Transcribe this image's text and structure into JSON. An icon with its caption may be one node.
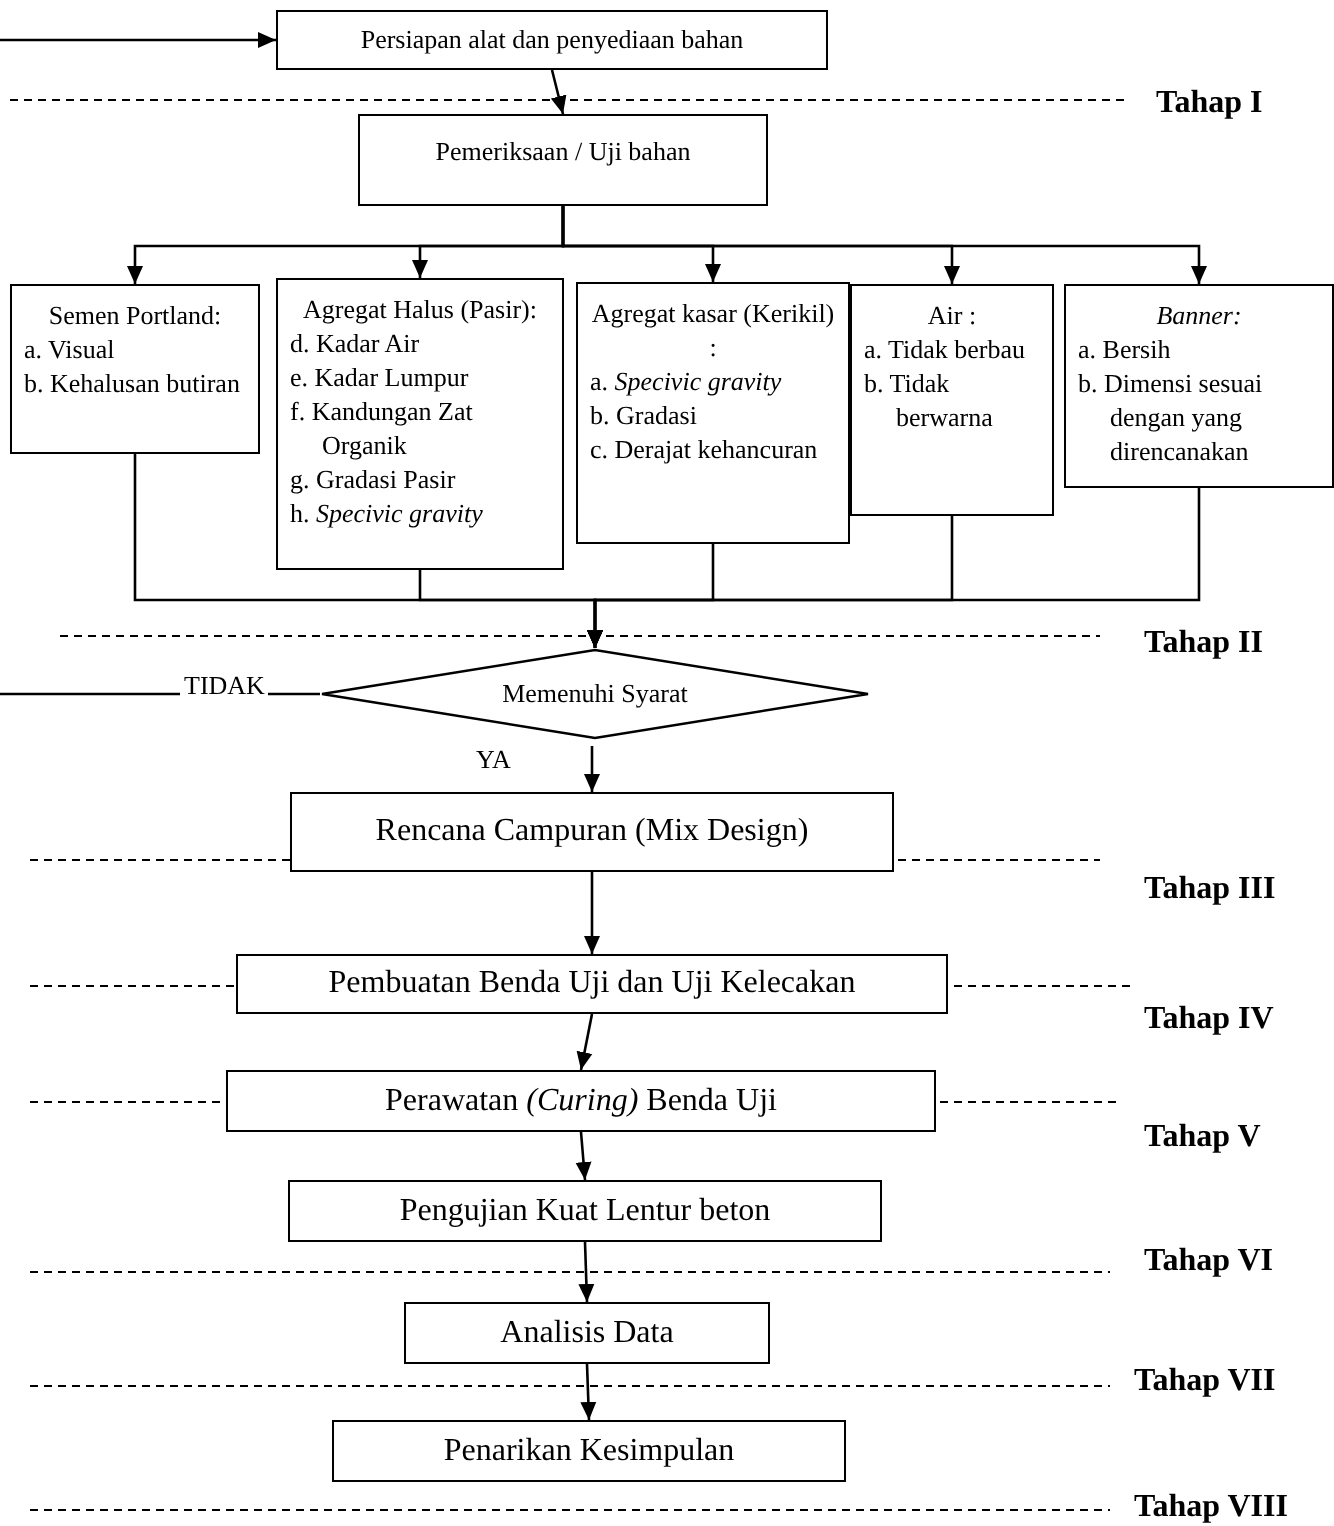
{
  "diagram": {
    "nodes": [
      {
        "text": [
          "Persiapan alat dan penyediaan bahan"
        ]
      },
      {
        "text": [
          "Pemeriksaan / Uji bahan"
        ]
      },
      {
        "text": [
          "Semen Portland:",
          "a. Visual",
          "b. Kehalusan butiran"
        ]
      },
      {
        "text": [
          "Agregat Halus (Pasir):",
          "d. Kadar Air",
          "e. Kadar Lumpur",
          "f. Kandungan Zat Organik",
          "g. Gradasi Pasir",
          "h. *Specivic gravity*"
        ]
      },
      {
        "text": [
          "Agregat kasar (Kerikil) :",
          "a. *Specivic gravity*",
          "b. Gradasi",
          "c. Derajat kehancuran"
        ]
      },
      {
        "text": [
          "Air :",
          "a. Tidak berbau",
          "b. Tidak berwarna"
        ]
      },
      {
        "text": [
          "Banner:",
          "a. Bersih",
          "b. Dimensi sesuai dengan yang direncanakan"
        ]
      },
      {
        "text": [
          "Memenuhi Syarat"
        ]
      },
      {
        "text": [
          "Rencana Campuran (Mix Design)"
        ]
      },
      {
        "text": [
          "Pembuatan Benda Uji dan Uji Kelecakan"
        ]
      },
      {
        "text": [
          "Perawatan *(Curing)* Benda Uji"
        ]
      },
      {
        "text": [
          "Pengujian Kuat Lentur beton"
        ]
      },
      {
        "text": [
          "Analisis Data"
        ]
      },
      {
        "text": [
          "Penarikan Kesimpulan"
        ]
      }
    ],
    "edges": [
      {
        "from": null,
        "to": 0,
        "arrow": "to"
      },
      {
        "from": 0,
        "to": 1,
        "arrow": "to"
      },
      {
        "from": 1,
        "to": 2,
        "arrow": "to"
      },
      {
        "from": 1,
        "to": 3,
        "arrow": "to"
      },
      {
        "from": 1,
        "to": 4,
        "arrow": "to"
      },
      {
        "from": 1,
        "to": 5,
        "arrow": "to"
      },
      {
        "from": 1,
        "to": 6,
        "arrow": "to"
      },
      {
        "from": 2,
        "to": 7,
        "arrow": "to"
      },
      {
        "from": 3,
        "to": 7,
        "arrow": "to"
      },
      {
        "from": 4,
        "to": 7,
        "arrow": "to"
      },
      {
        "from": 5,
        "to": 7,
        "arrow": "to"
      },
      {
        "from": 6,
        "to": 7,
        "arrow": "to"
      },
      {
        "from": 7,
        "to": null,
        "arrow": "none",
        "label": "TIDAK"
      },
      {
        "from": 7,
        "to": 8,
        "arrow": "to",
        "label": "YA"
      },
      {
        "from": 8,
        "to": 9,
        "arrow": "to"
      },
      {
        "from": 9,
        "to": 10,
        "arrow": "to"
      },
      {
        "from": 10,
        "to": 11,
        "arrow": "to"
      },
      {
        "from": 11,
        "to": 12,
        "arrow": "to"
      },
      {
        "from": 12,
        "to": 13,
        "arrow": "to"
      }
    ],
    "labels": [
      "Tahap I",
      "Tahap II",
      "Tahap III",
      "Tahap IV",
      "Tahap V",
      "Tahap VI",
      "Tahap VII",
      "Tahap VIII"
    ]
  }
}
